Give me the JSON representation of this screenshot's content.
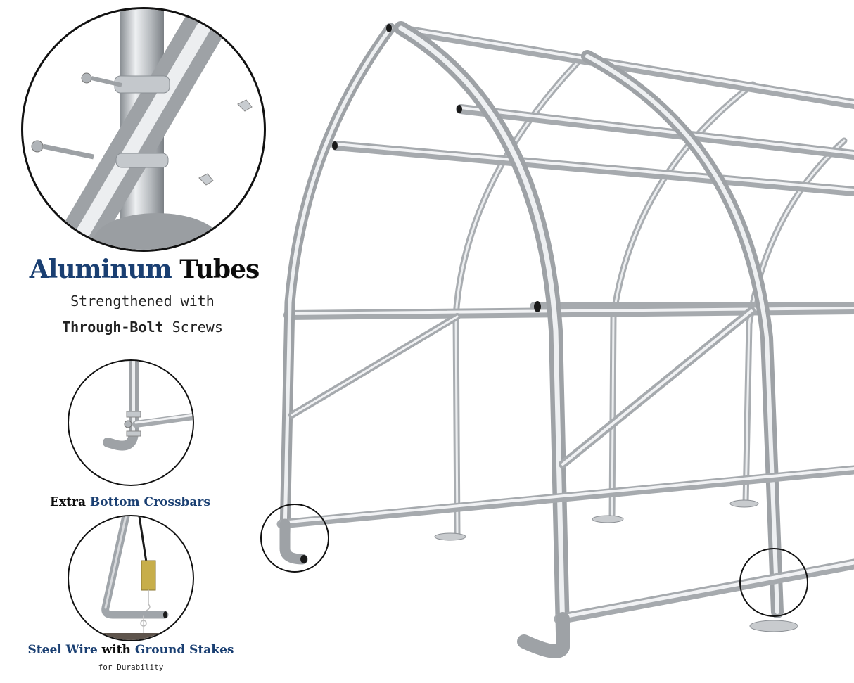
{
  "colors": {
    "accent_blue": "#1a3f72",
    "text_dark": "#0c0c0c",
    "metal_light": "#e4e6e8",
    "metal_mid": "#b8bcc0",
    "metal_dark": "#7d8287",
    "outline": "#111111"
  },
  "feature_1": {
    "title_accent": "Aluminum",
    "title_rest": "Tubes",
    "subtitle_line1": "Strengthened with",
    "subtitle_bold": "Through-Bolt",
    "subtitle_rest": "Screws",
    "image": "tube-joint-closeup-with-bolts-and-wing-nuts"
  },
  "feature_2": {
    "caption_dark": "Extra",
    "caption_accent": "Bottom Crossbars",
    "image": "l-shaped-bottom-crossbar-foot-closeup"
  },
  "feature_3": {
    "caption_accent_1": "Steel Wire",
    "caption_dark": "with",
    "caption_accent_2": "Ground Stakes",
    "caption_sub": "for Durability",
    "image": "steel-wire-ratchet-and-ground-stake-closeup"
  },
  "main_image": {
    "subject": "greenhouse-arch-frame",
    "callouts": [
      "bottom-crossbar-foot-callout",
      "base-plate-joint-callout"
    ]
  }
}
